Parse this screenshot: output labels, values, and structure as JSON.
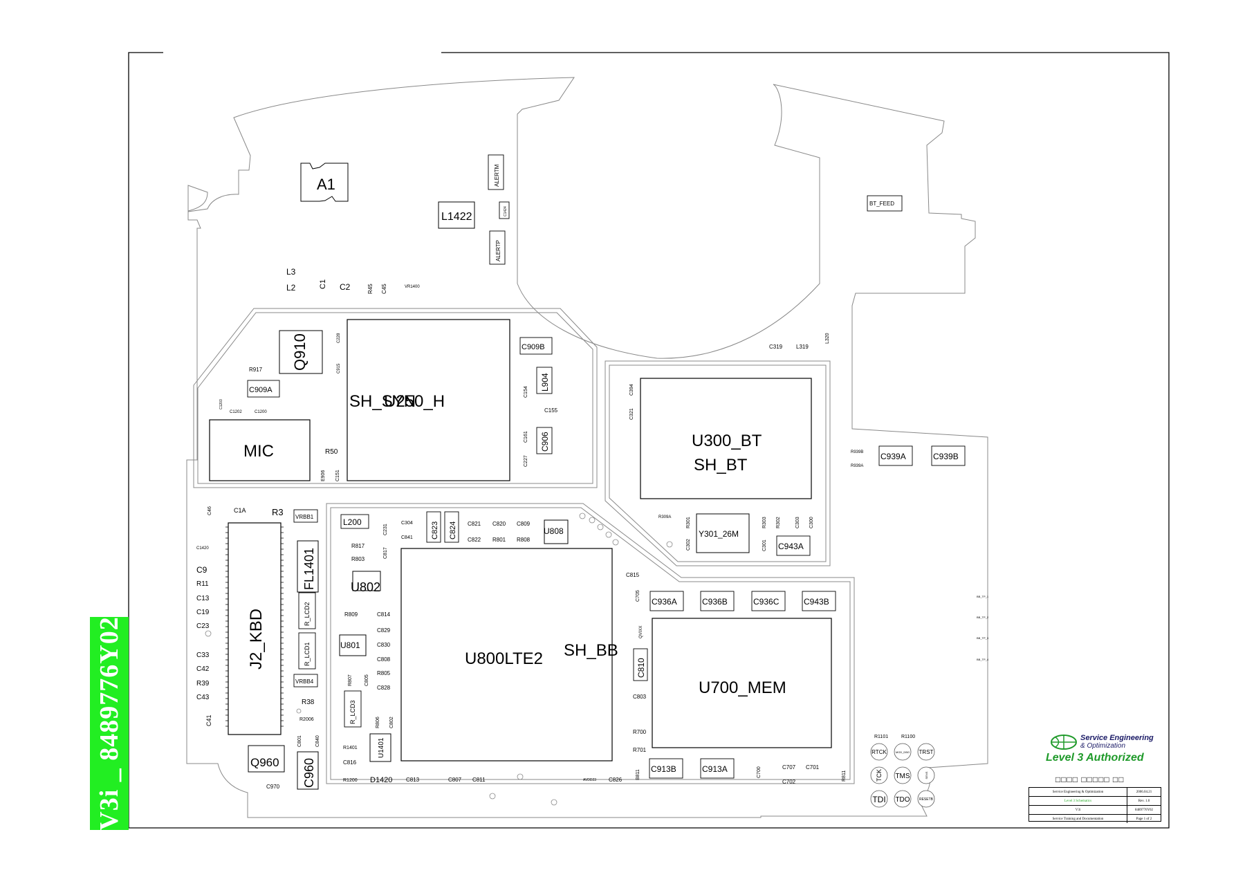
{
  "document": {
    "part_tag": "V3i _ 8489776Y02",
    "board": {
      "big_labels": {
        "sh_syn": "SH_SYN",
        "u250": "U250_H",
        "mic": "MIC",
        "j2": "J2_KBD",
        "u300": "U300_BT",
        "sh_bt": "SH_BT",
        "u800": "U800LTE2",
        "sh_bb": "SH_BB",
        "u700": "U700_MEM",
        "a1": "A1",
        "q910": "Q910",
        "fl1401": "FL1401",
        "l1422": "L1422",
        "c960": "C960",
        "q960": "Q960",
        "u802": "U802"
      },
      "small_labels": {
        "alertm": "ALERTM",
        "alertp": "ALERTP",
        "c1424": "C1424",
        "l3": "L3",
        "l2": "L2",
        "c1": "C1",
        "c2": "C2",
        "r45": "R45",
        "c45": "C45",
        "vr1400": "VR1400",
        "bt_feed": "BT_FEED",
        "c228": "C228",
        "c915": "C915",
        "r917": "R917",
        "c909a": "C909A",
        "c909b": "C909B",
        "c1203": "C1203",
        "c1202": "C1202",
        "c1200": "C1200",
        "l904": "L904",
        "c154": "C154",
        "c155": "C155",
        "c161": "C161",
        "c906": "C906",
        "c227": "C227",
        "r50": "R50",
        "e906": "E906",
        "c151": "C151",
        "c319": "C319",
        "l319": "L319",
        "l320": "L320",
        "c394": "C394",
        "c321": "C321",
        "r939b": "R939B",
        "r939a": "R939A",
        "c939a": "C939A",
        "c939b": "C939B",
        "r309a": "R309A",
        "r301": "R301",
        "c302": "C302",
        "y301": "Y301_26M",
        "r303": "R303",
        "r302": "R302",
        "c303": "C303",
        "c300": "C300",
        "c301": "C301",
        "c943a": "C943A",
        "c46": "C46",
        "c1a": "C1A",
        "r3": "R3",
        "vrbb1": "VRBB1",
        "c1420": "C1420",
        "c9": "C9",
        "r11": "R11",
        "c13": "C13",
        "c19": "C19",
        "c23": "C23",
        "c33": "C33",
        "c42": "C42",
        "r39": "R39",
        "c43": "C43",
        "c41": "C41",
        "l200": "L200",
        "c231": "C231",
        "c304": "C304",
        "c841": "C841",
        "c823": "C823",
        "c824": "C824",
        "c821": "C821",
        "c820": "C820",
        "c809": "C809",
        "u808": "U808",
        "c822": "C822",
        "r801": "R801",
        "r808": "R808",
        "r817": "R817",
        "r803": "R803",
        "c817": "C817",
        "c815": "C815",
        "c705": "C705",
        "r_lcd2": "R_LCD2",
        "r_lcd1": "R_LCD1",
        "r_lcd3": "R_LCD3",
        "vrbb4": "VRBB4",
        "r38": "R38",
        "r2006": "R2006",
        "c801": "C801",
        "c840": "C840",
        "r809": "R809",
        "c814": "C814",
        "u801": "U801",
        "c829": "C829",
        "c830": "C830",
        "c808": "C808",
        "r805": "R805",
        "c828": "C828",
        "r807": "R807",
        "c805": "C805",
        "r806": "R806",
        "c802": "C802",
        "r1401": "R1401",
        "c816": "C816",
        "u1401": "U1401",
        "r1200": "R1200",
        "d1420": "D1420",
        "c813": "C813",
        "c807": "C807",
        "c811": "C811",
        "avdd23": "AVDD23",
        "c826": "C826",
        "c970": "C970",
        "c936a": "C936A",
        "c936b": "C936B",
        "c936c": "C936C",
        "c943b": "C943B",
        "qvixx": "QVIXX",
        "c810": "C810",
        "c803": "C803",
        "r700": "R700",
        "r701": "R701",
        "b811": "B811",
        "c913b": "C913B",
        "c913a": "C913A",
        "c700": "C700",
        "c707": "C707",
        "c701": "C701",
        "c702": "C702",
        "r811": "R811",
        "r1101": "R1101",
        "r1100": "R1100",
        "rtck": "RTCK",
        "mod_dbg": "MOD_DBG",
        "trst": "TRST",
        "tck": "TCK",
        "tms": "TMS",
        "sens": "SENS",
        "tdi": "TDI",
        "tdo": "TDO",
        "resetb": "RESETB",
        "tp1": "BB_TP_1",
        "tp2": "BB_TP_2",
        "tp3": "BB_TP_3",
        "tp4": "BB_TP_4"
      }
    },
    "logo": {
      "line1": "Service Engineering",
      "line2": "& Optimization",
      "line3": "Level 3 Authorized"
    },
    "squares": "□□□□ □□□□□ □□",
    "title_block": {
      "r1_left": "Service Engineering & Optimization",
      "r1_right": "2006.04.21",
      "r2_left": "Level 3 Schematics",
      "r2_right": "Rev. 1.0",
      "r3_left": "V3i",
      "r3_right": "8489776Y02",
      "r4_left": "Service Training and Documentation",
      "r4_right": "Page 1 of 2"
    }
  }
}
